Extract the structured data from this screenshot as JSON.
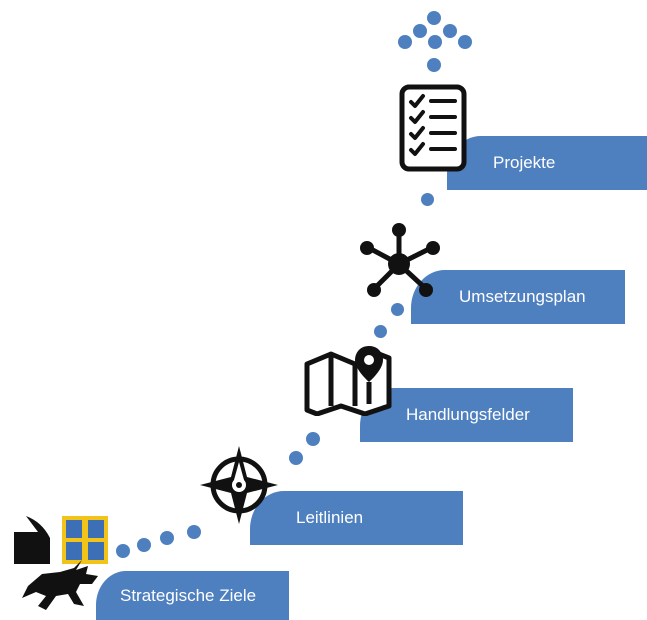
{
  "colors": {
    "accent": "#4e7fbf",
    "dot": "#4e7fbf",
    "icon": "#111111",
    "label_text": "#ffffff",
    "crest_yellow": "#f2c318",
    "crest_blue": "#3d6fb6"
  },
  "steps": [
    {
      "label": "Strategische Ziele",
      "icon": "graubuenden-coat-of-arms-icon"
    },
    {
      "label": "Leitlinien",
      "icon": "compass-icon"
    },
    {
      "label": "Handlungsfelder",
      "icon": "map-pin-icon"
    },
    {
      "label": "Umsetzungsplan",
      "icon": "network-hub-icon"
    },
    {
      "label": "Projekte",
      "icon": "checklist-icon"
    }
  ],
  "trail": {
    "description_icon": "dotted-path"
  }
}
